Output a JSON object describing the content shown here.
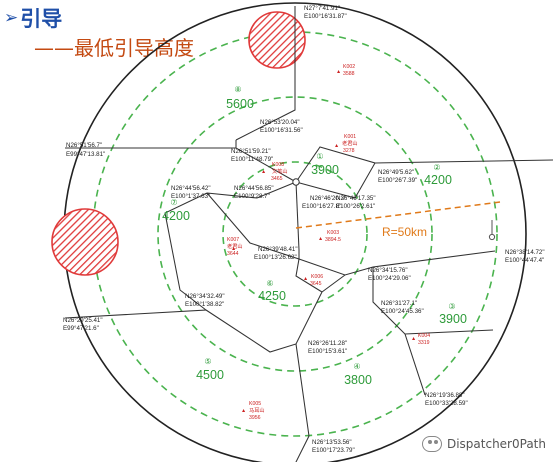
{
  "header": {
    "bullet": "➢",
    "title": "引导",
    "subtitle": "——最低引导高度"
  },
  "diagram": {
    "radius_label": "R=50km",
    "colors": {
      "title": "#1f4fa8",
      "subtitle": "#c44a12",
      "altitude": "#2e9b3a",
      "terrain": "#cc2222",
      "radius_line": "#e07a1a",
      "boundary": "#333333"
    },
    "coordinates": [
      {
        "lat": "N27°7'41.91\"",
        "lon": "E100°16'31.87\""
      },
      {
        "lat": "N26°53'20.04\"",
        "lon": "E100°16'31.56\""
      },
      {
        "lat": "N26°51'56.7\"",
        "lon": "E99°47'13.81\""
      },
      {
        "lat": "N26°51'59.21\"",
        "lon": "E100°11'48.79\""
      },
      {
        "lat": "N26°49'5.62\"",
        "lon": "E100°26'7.39\""
      },
      {
        "lat": "N26°46'17.35\"",
        "lon": "E100°26'2.61\""
      },
      {
        "lat": "N26°44'56.42\"",
        "lon": "E100°1'37.63\""
      },
      {
        "lat": "N26°44'56.85\"",
        "lon": "E100°9'28.7\""
      },
      {
        "lat": "N26°46'20.3\"",
        "lon": "E100°16'27.8\""
      },
      {
        "lat": "N26°39'48.41\"",
        "lon": "E100°13'26.62\""
      },
      {
        "lat": "N26°38'14.72\"",
        "lon": "E100°44'47.4\""
      },
      {
        "lat": "N26°34'15.76\"",
        "lon": "E100°24'29.06\""
      },
      {
        "lat": "N26°34'32.49\"",
        "lon": "E100°1'38.82\""
      },
      {
        "lat": "N26°31'27.1\"",
        "lon": "E100°24'45.36\""
      },
      {
        "lat": "N26°29'25.41\"",
        "lon": "E99°47'21.6\""
      },
      {
        "lat": "N26°26'11.28\"",
        "lon": "E100°15'3.61\""
      },
      {
        "lat": "N26°19'36.88\"",
        "lon": "E100°33'28.59\""
      },
      {
        "lat": "N26°13'53.56\"",
        "lon": "E100°17'23.79\""
      }
    ],
    "sectors": [
      {
        "number": "①",
        "altitude": "3900"
      },
      {
        "number": "②",
        "altitude": "4200"
      },
      {
        "number": "③",
        "altitude": "3900"
      },
      {
        "number": "④",
        "altitude": "3800"
      },
      {
        "number": "⑤",
        "altitude": "4500"
      },
      {
        "number": "⑥",
        "altitude": "4250"
      },
      {
        "number": "⑦",
        "altitude": "4200"
      },
      {
        "number": "⑧",
        "altitude": "5600"
      }
    ],
    "terrain_points": [
      {
        "code": "K002",
        "elevation": "3588"
      },
      {
        "code": "K001",
        "name": "老君山",
        "elevation": "3278"
      },
      {
        "code": "K008",
        "name": "文笔山",
        "elevation": "3465"
      },
      {
        "code": "K003",
        "elevation": "3894.5"
      },
      {
        "code": "K007",
        "name": "老君山",
        "elevation": "3644"
      },
      {
        "code": "K006",
        "elevation": "3645"
      },
      {
        "code": "K004",
        "elevation": "3319"
      },
      {
        "code": "K005",
        "name": "马耳山",
        "elevation": "3956"
      }
    ]
  },
  "watermark": {
    "text": "Dispatcher0Path"
  }
}
